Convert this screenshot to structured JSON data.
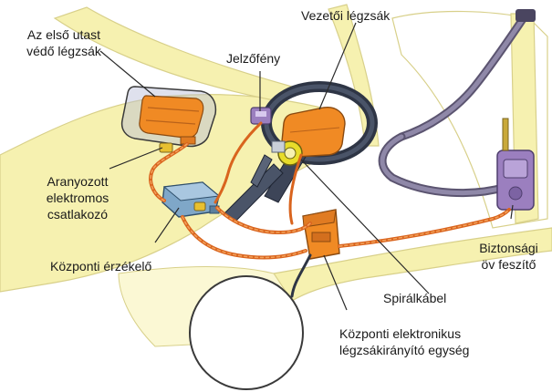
{
  "labels": {
    "passenger_airbag_line1": "Az első utast",
    "passenger_airbag_line2": "védő légzsák",
    "indicator_light": "Jelzőfény",
    "driver_airbag": "Vezetői légzsák",
    "gold_connector_line1": "Aranyozott",
    "gold_connector_line2": "elektromos",
    "gold_connector_line3": "csatlakozó",
    "central_sensor": "Központi érzékelő",
    "spiral_cable": "Spirálkábel",
    "belt_tensioner_line1": "Biztonsági",
    "belt_tensioner_line2": "öv feszítő",
    "control_unit_line1": "Központi elektronikus",
    "control_unit_line2": "légzsákirányító egység"
  },
  "colors": {
    "car_body_fill": "#f6f1b0",
    "outline": "#3a3a3a",
    "airbag_orange": "#f08a24",
    "cable_orange": "#d9641e",
    "sensor_blue": "#7fa7c8",
    "wheel_dark": "#2e3545",
    "tensioner_purple": "#9b7fbf",
    "leader_line": "#2a2a2a"
  }
}
